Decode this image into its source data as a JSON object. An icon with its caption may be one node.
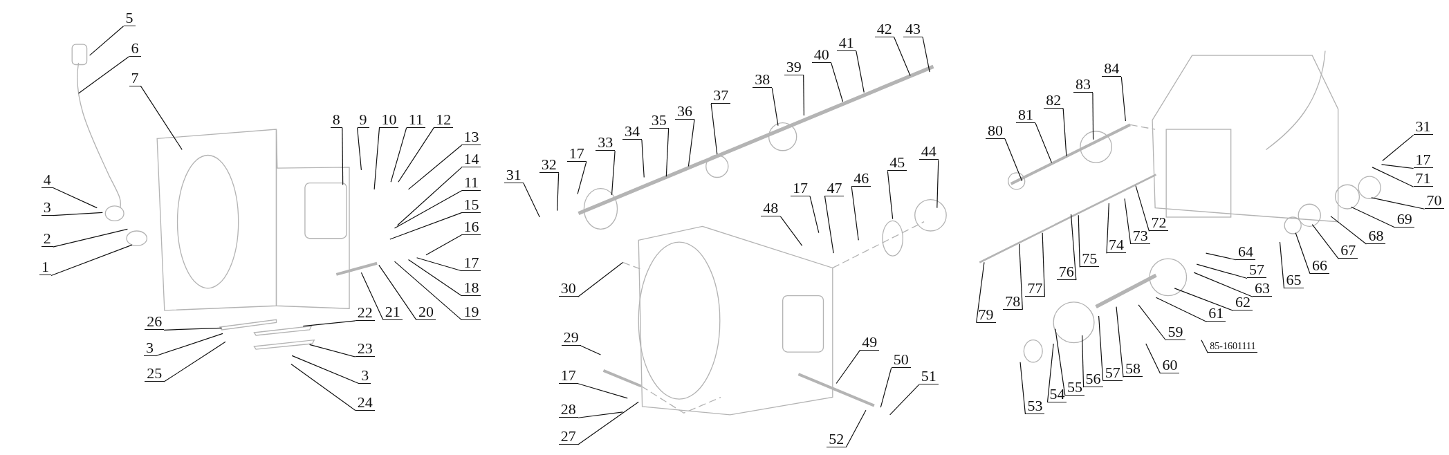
{
  "diagram": {
    "nodes": [
      {
        "text": [
          "5"
        ]
      },
      {
        "text": [
          "6"
        ]
      },
      {
        "text": [
          "7"
        ]
      },
      {
        "text": [
          "4"
        ]
      },
      {
        "text": [
          "3"
        ]
      },
      {
        "text": [
          "2"
        ]
      },
      {
        "text": [
          "1"
        ]
      },
      {
        "text": [
          "8"
        ]
      },
      {
        "text": [
          "9"
        ]
      },
      {
        "text": [
          "10"
        ]
      },
      {
        "text": [
          "11"
        ]
      },
      {
        "text": [
          "12"
        ]
      },
      {
        "text": [
          "13"
        ]
      },
      {
        "text": [
          "14"
        ]
      },
      {
        "text": [
          "11"
        ]
      },
      {
        "text": [
          "15"
        ]
      },
      {
        "text": [
          "16"
        ]
      },
      {
        "text": [
          "17"
        ]
      },
      {
        "text": [
          "18"
        ]
      },
      {
        "text": [
          "19"
        ]
      },
      {
        "text": [
          "20"
        ]
      },
      {
        "text": [
          "21"
        ]
      },
      {
        "text": [
          "22"
        ]
      },
      {
        "text": [
          "26"
        ]
      },
      {
        "text": [
          "3"
        ]
      },
      {
        "text": [
          "25"
        ]
      },
      {
        "text": [
          "23"
        ]
      },
      {
        "text": [
          "3"
        ]
      },
      {
        "text": [
          "24"
        ]
      },
      {
        "text": [
          "31"
        ]
      },
      {
        "text": [
          "32"
        ]
      },
      {
        "text": [
          "17"
        ]
      },
      {
        "text": [
          "33"
        ]
      },
      {
        "text": [
          "34"
        ]
      },
      {
        "text": [
          "35"
        ]
      },
      {
        "text": [
          "36"
        ]
      },
      {
        "text": [
          "37"
        ]
      },
      {
        "text": [
          "38"
        ]
      },
      {
        "text": [
          "39"
        ]
      },
      {
        "text": [
          "40"
        ]
      },
      {
        "text": [
          "41"
        ]
      },
      {
        "text": [
          "42"
        ]
      },
      {
        "text": [
          "43"
        ]
      },
      {
        "text": [
          "44"
        ]
      },
      {
        "text": [
          "45"
        ]
      },
      {
        "text": [
          "46"
        ]
      },
      {
        "text": [
          "47"
        ]
      },
      {
        "text": [
          "17"
        ]
      },
      {
        "text": [
          "48"
        ]
      },
      {
        "text": [
          "30"
        ]
      },
      {
        "text": [
          "29"
        ]
      },
      {
        "text": [
          "17"
        ]
      },
      {
        "text": [
          "28"
        ]
      },
      {
        "text": [
          "27"
        ]
      },
      {
        "text": [
          "49"
        ]
      },
      {
        "text": [
          "50"
        ]
      },
      {
        "text": [
          "51"
        ]
      },
      {
        "text": [
          "52"
        ]
      },
      {
        "text": [
          "80"
        ]
      },
      {
        "text": [
          "81"
        ]
      },
      {
        "text": [
          "82"
        ]
      },
      {
        "text": [
          "83"
        ]
      },
      {
        "text": [
          "84"
        ]
      },
      {
        "text": [
          "31"
        ]
      },
      {
        "text": [
          "17"
        ]
      },
      {
        "text": [
          "71"
        ]
      },
      {
        "text": [
          "70"
        ]
      },
      {
        "text": [
          "69"
        ]
      },
      {
        "text": [
          "68"
        ]
      },
      {
        "text": [
          "67"
        ]
      },
      {
        "text": [
          "66"
        ]
      },
      {
        "text": [
          "65"
        ]
      },
      {
        "text": [
          "64"
        ]
      },
      {
        "text": [
          "57"
        ]
      },
      {
        "text": [
          "63"
        ]
      },
      {
        "text": [
          "62"
        ]
      },
      {
        "text": [
          "72"
        ]
      },
      {
        "text": [
          "73"
        ]
      },
      {
        "text": [
          "74"
        ]
      },
      {
        "text": [
          "75"
        ]
      },
      {
        "text": [
          "76"
        ]
      },
      {
        "text": [
          "77"
        ]
      },
      {
        "text": [
          "78"
        ]
      },
      {
        "text": [
          "79"
        ]
      },
      {
        "text": [
          "61"
        ]
      },
      {
        "text": [
          "59"
        ]
      },
      {
        "text": [
          "60"
        ]
      },
      {
        "text": [
          "85-1601111"
        ]
      },
      {
        "text": [
          "58"
        ]
      },
      {
        "text": [
          "57"
        ]
      },
      {
        "text": [
          "56"
        ]
      },
      {
        "text": [
          "55"
        ]
      },
      {
        "text": [
          "54"
        ]
      },
      {
        "text": [
          "53"
        ]
      }
    ],
    "edges": [
      {
        "from": 0,
        "to": null,
        "arrow": "none"
      },
      {
        "from": 1,
        "to": null,
        "arrow": "none"
      },
      {
        "from": 2,
        "to": null,
        "arrow": "none"
      },
      {
        "from": 3,
        "to": null,
        "arrow": "none"
      },
      {
        "from": 4,
        "to": null,
        "arrow": "none"
      },
      {
        "from": 5,
        "to": null,
        "arrow": "none"
      },
      {
        "from": 6,
        "to": null,
        "arrow": "none"
      },
      {
        "from": 7,
        "to": null,
        "arrow": "none"
      },
      {
        "from": 8,
        "to": null,
        "arrow": "none"
      },
      {
        "from": 9,
        "to": null,
        "arrow": "none"
      },
      {
        "from": 10,
        "to": null,
        "arrow": "none"
      },
      {
        "from": 11,
        "to": null,
        "arrow": "none"
      },
      {
        "from": 12,
        "to": null,
        "arrow": "none"
      },
      {
        "from": 13,
        "to": null,
        "arrow": "none"
      },
      {
        "from": 14,
        "to": null,
        "arrow": "none"
      },
      {
        "from": 15,
        "to": null,
        "arrow": "none"
      },
      {
        "from": 16,
        "to": null,
        "arrow": "none"
      },
      {
        "from": 17,
        "to": null,
        "arrow": "none"
      },
      {
        "from": 18,
        "to": null,
        "arrow": "none"
      },
      {
        "from": 19,
        "to": null,
        "arrow": "none"
      },
      {
        "from": 20,
        "to": null,
        "arrow": "none"
      },
      {
        "from": 21,
        "to": null,
        "arrow": "none"
      },
      {
        "from": 22,
        "to": null,
        "arrow": "none"
      },
      {
        "from": 23,
        "to": null,
        "arrow": "none"
      },
      {
        "from": 24,
        "to": null,
        "arrow": "none"
      },
      {
        "from": 25,
        "to": null,
        "arrow": "none"
      },
      {
        "from": 26,
        "to": null,
        "arrow": "none"
      },
      {
        "from": 27,
        "to": null,
        "arrow": "none"
      },
      {
        "from": 28,
        "to": null,
        "arrow": "none"
      },
      {
        "from": 29,
        "to": null,
        "arrow": "none"
      },
      {
        "from": 30,
        "to": null,
        "arrow": "none"
      },
      {
        "from": 31,
        "to": null,
        "arrow": "none"
      },
      {
        "from": 32,
        "to": null,
        "arrow": "none"
      },
      {
        "from": 33,
        "to": null,
        "arrow": "none"
      },
      {
        "from": 34,
        "to": null,
        "arrow": "none"
      },
      {
        "from": 35,
        "to": null,
        "arrow": "none"
      },
      {
        "from": 36,
        "to": null,
        "arrow": "none"
      },
      {
        "from": 37,
        "to": null,
        "arrow": "none"
      },
      {
        "from": 38,
        "to": null,
        "arrow": "none"
      },
      {
        "from": 39,
        "to": null,
        "arrow": "none"
      },
      {
        "from": 40,
        "to": null,
        "arrow": "none"
      },
      {
        "from": 41,
        "to": null,
        "arrow": "none"
      },
      {
        "from": 42,
        "to": null,
        "arrow": "none"
      },
      {
        "from": 43,
        "to": null,
        "arrow": "none"
      },
      {
        "from": 44,
        "to": null,
        "arrow": "none"
      },
      {
        "from": 45,
        "to": null,
        "arrow": "none"
      },
      {
        "from": 46,
        "to": null,
        "arrow": "none"
      },
      {
        "from": 47,
        "to": null,
        "arrow": "none"
      },
      {
        "from": 48,
        "to": null,
        "arrow": "none"
      },
      {
        "from": 49,
        "to": null,
        "arrow": "none"
      },
      {
        "from": 50,
        "to": null,
        "arrow": "none"
      },
      {
        "from": 51,
        "to": null,
        "arrow": "none"
      },
      {
        "from": 52,
        "to": null,
        "arrow": "none"
      },
      {
        "from": 53,
        "to": null,
        "arrow": "none"
      },
      {
        "from": 54,
        "to": null,
        "arrow": "none"
      },
      {
        "from": 55,
        "to": null,
        "arrow": "none"
      },
      {
        "from": 56,
        "to": null,
        "arrow": "none"
      },
      {
        "from": 57,
        "to": null,
        "arrow": "none"
      },
      {
        "from": 58,
        "to": null,
        "arrow": "none"
      },
      {
        "from": 59,
        "to": null,
        "arrow": "none"
      },
      {
        "from": 60,
        "to": null,
        "arrow": "none"
      },
      {
        "from": 61,
        "to": null,
        "arrow": "none"
      },
      {
        "from": 62,
        "to": null,
        "arrow": "none"
      },
      {
        "from": 63,
        "to": null,
        "arrow": "none"
      },
      {
        "from": 64,
        "to": null,
        "arrow": "none"
      },
      {
        "from": 65,
        "to": null,
        "arrow": "none"
      },
      {
        "from": 66,
        "to": null,
        "arrow": "none"
      },
      {
        "from": 67,
        "to": null,
        "arrow": "none"
      },
      {
        "from": 68,
        "to": null,
        "arrow": "none"
      },
      {
        "from": 69,
        "to": null,
        "arrow": "none"
      },
      {
        "from": 70,
        "to": null,
        "arrow": "none"
      },
      {
        "from": 71,
        "to": null,
        "arrow": "none"
      },
      {
        "from": 72,
        "to": null,
        "arrow": "none"
      },
      {
        "from": 73,
        "to": null,
        "arrow": "none"
      },
      {
        "from": 74,
        "to": null,
        "arrow": "none"
      },
      {
        "from": 75,
        "to": null,
        "arrow": "none"
      },
      {
        "from": 76,
        "to": null,
        "arrow": "none"
      },
      {
        "from": 77,
        "to": null,
        "arrow": "none"
      },
      {
        "from": 78,
        "to": null,
        "arrow": "none"
      },
      {
        "from": 79,
        "to": null,
        "arrow": "none"
      },
      {
        "from": 80,
        "to": null,
        "arrow": "none"
      },
      {
        "from": 81,
        "to": null,
        "arrow": "none"
      },
      {
        "from": 82,
        "to": null,
        "arrow": "none"
      },
      {
        "from": 83,
        "to": null,
        "arrow": "none"
      },
      {
        "from": 84,
        "to": null,
        "arrow": "none"
      },
      {
        "from": 85,
        "to": null,
        "arrow": "none"
      },
      {
        "from": 86,
        "to": null,
        "arrow": "none"
      },
      {
        "from": 87,
        "to": null,
        "arrow": "none"
      },
      {
        "from": 88,
        "to": null,
        "arrow": "none"
      },
      {
        "from": 89,
        "to": null,
        "arrow": "none"
      },
      {
        "from": 90,
        "to": null,
        "arrow": "none"
      },
      {
        "from": 91,
        "to": null,
        "arrow": "none"
      },
      {
        "from": 92,
        "to": null,
        "arrow": "none"
      },
      {
        "from": 93,
        "to": null,
        "arrow": "none"
      }
    ]
  }
}
